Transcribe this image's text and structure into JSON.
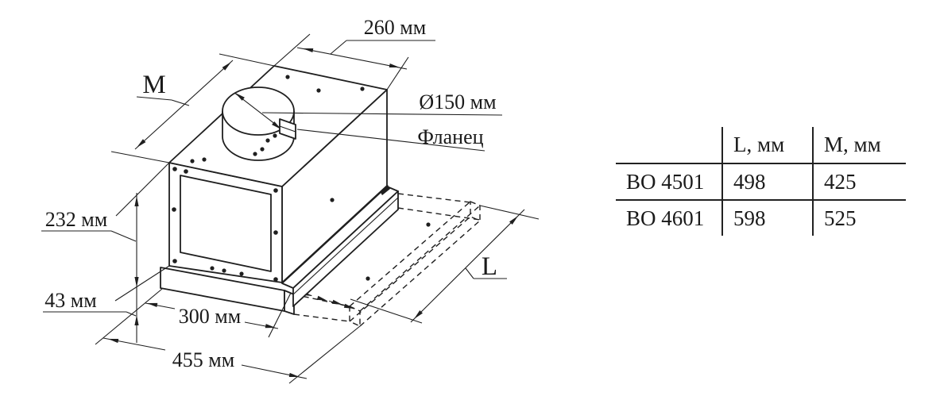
{
  "diagram": {
    "dims": {
      "top_depth": "260 мм",
      "duct_diameter": "Ø150 мм",
      "flange": "Фланец",
      "width_label": "M",
      "length_label": "L",
      "body_height": "232 мм",
      "visor_height": "43 мм",
      "body_depth": "300 мм",
      "total_depth": "455 мм"
    }
  },
  "spec_table": {
    "headers": {
      "model": "",
      "l": "L, мм",
      "m": "M, мм"
    },
    "rows": [
      {
        "model": "BO 4501",
        "l": "498",
        "m": "425"
      },
      {
        "model": "BO 4601",
        "l": "598",
        "m": "525"
      }
    ]
  },
  "colors": {
    "line": "#1f1f1f",
    "text": "#1a1a1a",
    "background": "#ffffff"
  }
}
